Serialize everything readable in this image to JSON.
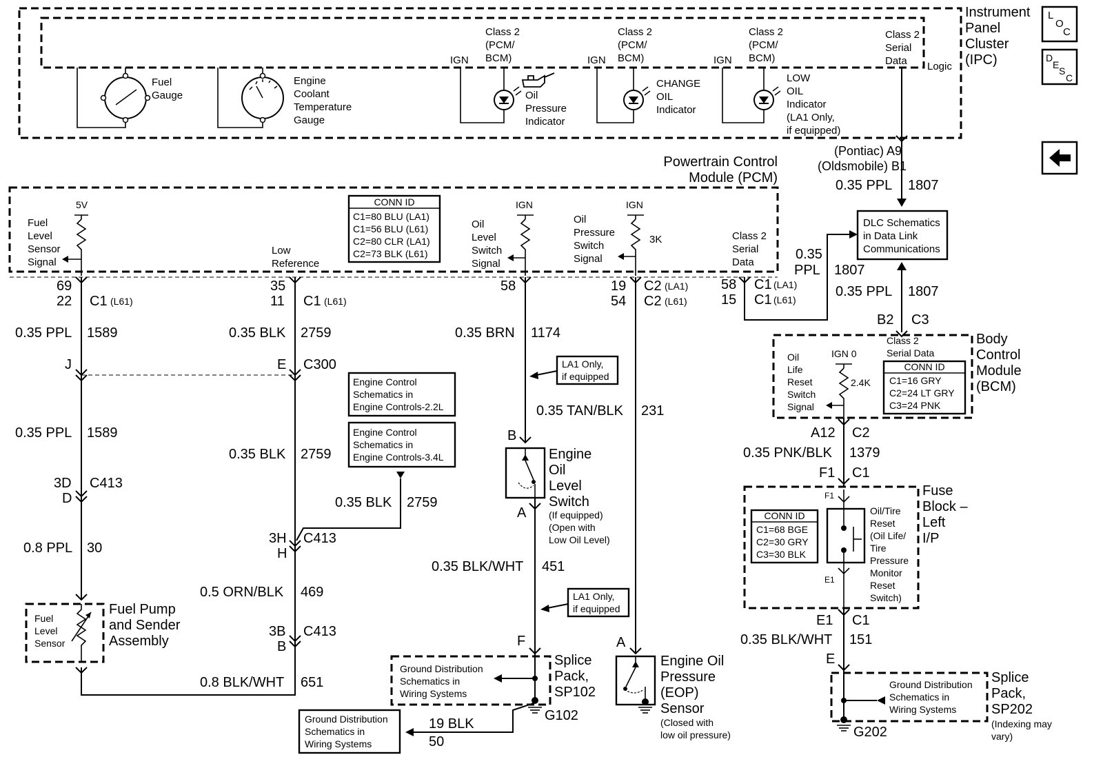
{
  "nav": {
    "loc_l": "L",
    "loc_o": "O",
    "loc_c": "C",
    "desc_d": "D",
    "desc_e": "E",
    "desc_s": "S",
    "desc_c": "C",
    "back_arrow": "◀"
  },
  "ipc": {
    "name": [
      "Instrument",
      "Panel",
      "Cluster",
      "(IPC)"
    ],
    "fuel_gauge": [
      "Fuel",
      "Gauge"
    ],
    "coolant_gauge": [
      "Engine",
      "Coolant",
      "Temperature",
      "Gauge"
    ],
    "oil_pressure_class": [
      "Class 2",
      "(PCM/",
      "BCM)"
    ],
    "oil_pressure_ign": "IGN",
    "oil_pressure_label": [
      "Oil",
      "Pressure",
      "Indicator"
    ],
    "change_oil_class": [
      "Class 2",
      "(PCM/",
      "BCM)"
    ],
    "change_oil_ign": "IGN",
    "change_oil_label": [
      "CHANGE",
      "OIL",
      "Indicator"
    ],
    "low_oil_class": [
      "Class 2",
      "(PCM/",
      "BCM)"
    ],
    "low_oil_ign": "IGN",
    "low_oil_label": [
      "LOW",
      "OIL",
      "Indicator",
      "(LA1 Only,",
      "if equipped)"
    ],
    "serial": [
      "Class 2",
      "Serial",
      "Data"
    ],
    "logic": "Logic"
  },
  "ipc_pins": {
    "a9": "(Pontiac) A9",
    "b1": "(Oldsmobile) B1",
    "wire_gauge": "0.35 PPL",
    "wire_circuit": "1807"
  },
  "pcm": {
    "name": [
      "Powertrain Control",
      "Module (PCM)"
    ],
    "conn_title": "CONN ID",
    "conn_rows": [
      "C1=80 BLU (LA1)",
      "C1=56 BLU (L61)",
      "C2=80 CLR (LA1)",
      "C2=73 BLK (L61)"
    ],
    "v5": "5V",
    "fuel_level": [
      "Fuel",
      "Level",
      "Sensor",
      "Signal"
    ],
    "low_ref": [
      "Low",
      "Reference"
    ],
    "ign1": "IGN",
    "oil_level": [
      "Oil",
      "Level",
      "Switch",
      "Signal"
    ],
    "ign2": "IGN",
    "oil_press": [
      "Oil",
      "Pressure",
      "Switch",
      "Signal"
    ],
    "r3k": "3K",
    "serial": [
      "Class 2",
      "Serial",
      "Data"
    ]
  },
  "pcm_pins": {
    "p69": "69",
    "p22": "22",
    "c1a": "C1",
    "l61a": "(L61)",
    "p35": "35",
    "p11": "11",
    "c1b": "C1",
    "l61b": "(L61)",
    "p58a": "58",
    "p19": "19",
    "p54": "54",
    "c2a": "C2",
    "la1a": "(LA1)",
    "c2b": "C2",
    "l61c": "(L61)",
    "p58b": "58",
    "p15": "15",
    "c1c": "C1",
    "la1b": "(LA1)",
    "c1d": "C1",
    "l61d": "(L61)"
  },
  "wires": {
    "w1_g": "0.35 PPL",
    "w1_c": "1589",
    "w2_g": "0.35 BLK",
    "w2_c": "2759",
    "w3_g": "0.35 BRN",
    "w3_c": "1174",
    "dlc_g1": "0.35",
    "dlc_g2": "PPL",
    "dlc_c": "1807",
    "bcm_g": "0.35 PPL",
    "bcm_c": "1807",
    "w4_g": "0.35 PPL",
    "w4_c": "1589",
    "w5_g": "0.35 BLK",
    "w5_c": "2759",
    "w6_g": "0.35 TAN/BLK",
    "w6_c": "231",
    "w7_g": "0.35 BLK",
    "w7_c": "2759",
    "w8_g": "0.8 PPL",
    "w8_c": "30",
    "w9_g": "0.5 ORN/BLK",
    "w9_c": "469",
    "w10_g": "0.35 BLK/WHT",
    "w10_c": "451",
    "w11_g": "0.8 BLK/WHT",
    "w11_c": "651",
    "w12_g": "19 BLK",
    "w12_c": "50",
    "bcm2_g": "0.35 PNK/BLK",
    "bcm2_c": "1379",
    "fb_g": "0.35 BLK/WHT",
    "fb_c": "151"
  },
  "connectors": {
    "j": "J",
    "e": "E",
    "c300": "C300",
    "d3": "3D",
    "d": "D",
    "c413a": "C413",
    "h3": "3H",
    "h": "H",
    "c413b": "C413",
    "b3": "3B",
    "b": "B",
    "c413c": "C413",
    "oil_sw_b": "B",
    "oil_sw_a": "A",
    "sp_f": "F",
    "eop_a": "A",
    "bcm_b2": "B2",
    "bcm_c3": "C3",
    "bcm_a12": "A12",
    "bcm_c2": "C2",
    "fb_f1": "F1",
    "fb_c1": "C1",
    "fb_e1": "E1",
    "fb_c1b": "C1",
    "sp202_e": "E"
  },
  "refs": {
    "dlc": [
      "DLC Schematics",
      "in Data Link",
      "Communications"
    ],
    "ecs22": [
      "Engine Control",
      "Schematics in",
      "Engine Controls-2.2L"
    ],
    "ecs34": [
      "Engine Control",
      "Schematics in",
      "Engine Controls-3.4L"
    ],
    "ground1": [
      "Ground Distribution",
      "Schematics in",
      "Wiring Systems"
    ],
    "ground2": [
      "Ground Distribution",
      "Schematics in",
      "Wiring Systems"
    ],
    "ground3": [
      "Ground Distribution",
      "Schematics in",
      "Wiring Systems"
    ],
    "la1a": [
      "LA1 Only,",
      "if equipped"
    ],
    "la1b": [
      "LA1 Only,",
      "if equipped"
    ]
  },
  "bcm": {
    "name": [
      "Body",
      "Control",
      "Module",
      "(BCM)"
    ],
    "reset": [
      "Oil",
      "Life",
      "Reset",
      "Switch",
      "Signal"
    ],
    "ign0": "IGN 0",
    "r24k": "2.4K",
    "serial": [
      "Class 2",
      "Serial Data"
    ],
    "conn_title": "CONN ID",
    "conn_rows": [
      "C1=16 GRY",
      "C2=24 LT GRY",
      "C3=24 PNK"
    ]
  },
  "fuse_block": {
    "name": [
      "Fuse",
      "Block –",
      "Left",
      "I/P"
    ],
    "conn_title": "CONN ID",
    "conn_rows": [
      "C1=68 BGE",
      "C2=30 GRY",
      "C3=30 BLK"
    ],
    "f1": "F1",
    "e1": "E1",
    "switch": [
      "Oil/Tire",
      "Reset",
      "(Oil Life/",
      "Tire",
      "Pressure",
      "Monitor",
      "Reset",
      "Switch)"
    ]
  },
  "components": {
    "fuel_sensor": [
      "Fuel",
      "Level",
      "Sensor"
    ],
    "fuel_pump": [
      "Fuel Pump",
      "and Sender",
      "Assembly"
    ],
    "oil_level_sw": [
      "Engine",
      "Oil",
      "Level",
      "Switch"
    ],
    "oil_level_note": [
      "(If equipped)",
      "(Open with",
      "Low Oil Level)"
    ],
    "sp102": [
      "Splice",
      "Pack,",
      "SP102"
    ],
    "g102": "G102",
    "eop": [
      "Engine Oil",
      "Pressure",
      "(EOP)",
      "Sensor"
    ],
    "eop_note": [
      "(Closed with",
      "low oil pressure)"
    ],
    "sp202": [
      "Splice",
      "Pack,",
      "SP202"
    ],
    "sp202_note": [
      "(Indexing may",
      "vary)"
    ],
    "g202": "G202"
  }
}
